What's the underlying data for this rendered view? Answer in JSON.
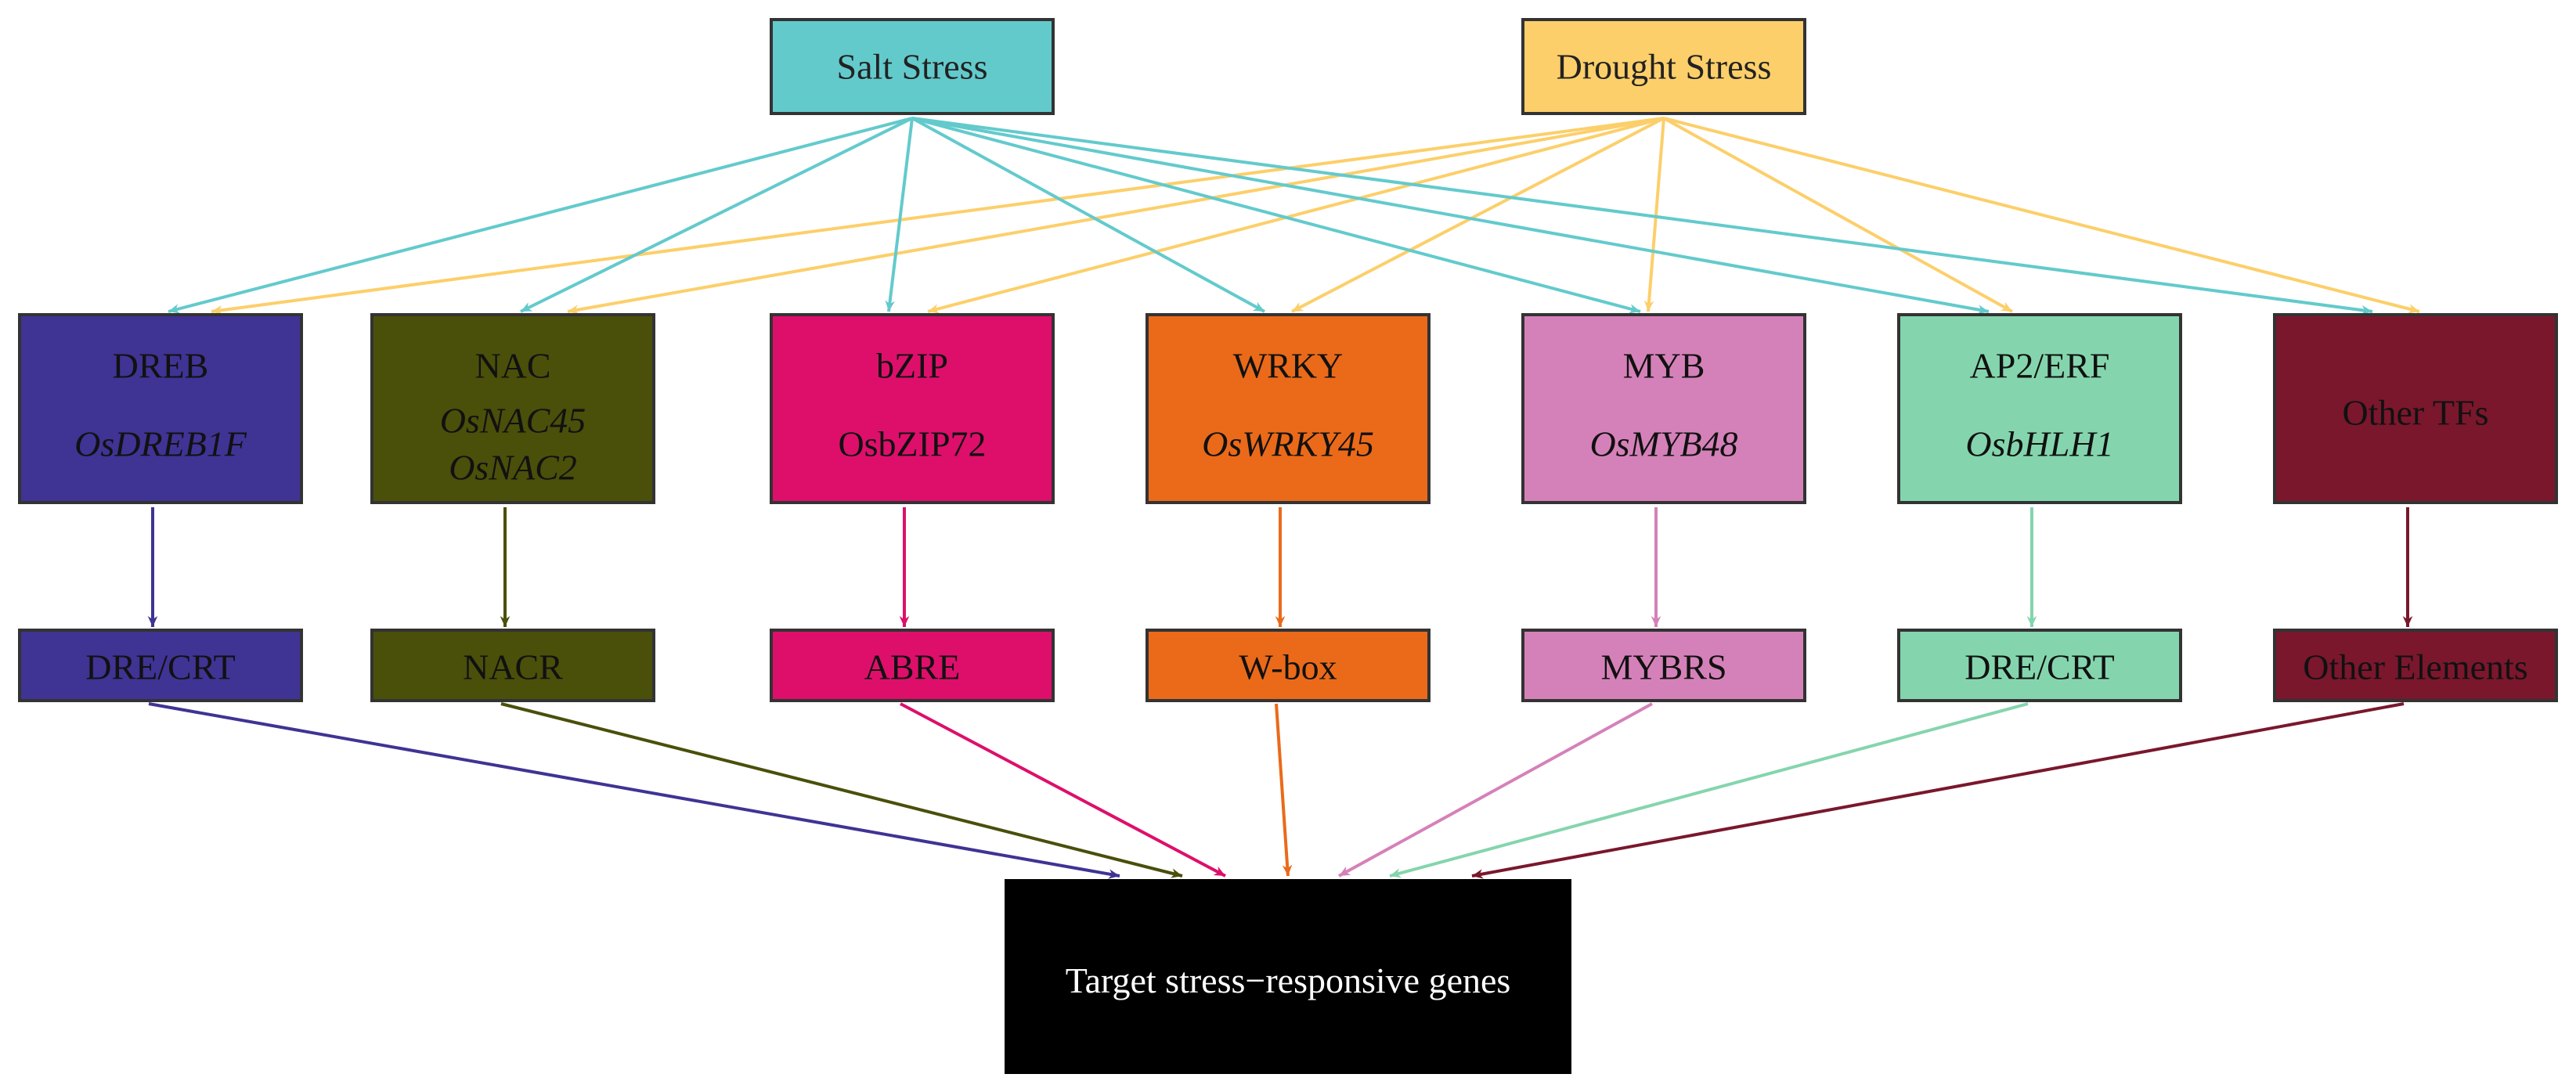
{
  "stressors": {
    "salt": {
      "label": "Salt Stress",
      "color": "#63CACC",
      "text_color": "#222222"
    },
    "drought": {
      "label": "Drought Stress",
      "color": "#FCCF6A",
      "text_color": "#222222"
    }
  },
  "tf_families": [
    {
      "id": "dreb",
      "name": "DREB",
      "genes": [
        "OsDREB1F"
      ],
      "genes_italic": true,
      "color": "#3F3394",
      "text_color": "#111111"
    },
    {
      "id": "nac",
      "name": "NAC",
      "genes": [
        "OsNAC45",
        "OsNAC2"
      ],
      "genes_italic": true,
      "color": "#4A4F0A",
      "text_color": "#111111"
    },
    {
      "id": "bzip",
      "name": "bZIP",
      "genes": [
        "OsbZIP72"
      ],
      "genes_italic": false,
      "color": "#DD0F6B",
      "text_color": "#111111"
    },
    {
      "id": "wrky",
      "name": "WRKY",
      "genes": [
        "OsWRKY45"
      ],
      "genes_italic": true,
      "color": "#EA6A1A",
      "text_color": "#111111"
    },
    {
      "id": "myb",
      "name": "MYB",
      "genes": [
        "OsMYB48"
      ],
      "genes_italic": true,
      "color": "#D581B9",
      "text_color": "#111111"
    },
    {
      "id": "ap2erf",
      "name": "AP2/ERF",
      "genes": [
        "OsbHLH1"
      ],
      "genes_italic": true,
      "color": "#84D5AD",
      "text_color": "#111111"
    },
    {
      "id": "other",
      "name": "Other TFs",
      "genes": [],
      "genes_italic": false,
      "color": "#7A172C",
      "text_color": "#111111"
    }
  ],
  "cis_elements": [
    {
      "id": "dre-crt-1",
      "label": "DRE/CRT"
    },
    {
      "id": "nacr",
      "label": "NACR"
    },
    {
      "id": "abre",
      "label": "ABRE"
    },
    {
      "id": "w-box",
      "label": "W-box"
    },
    {
      "id": "mybrs",
      "label": "MYBRS"
    },
    {
      "id": "dre-crt-2",
      "label": "DRE/CRT"
    },
    {
      "id": "other-elements",
      "label": "Other Elements"
    }
  ],
  "target": {
    "label": "Target stress−responsive genes",
    "color": "#000000",
    "text_color": "#ffffff"
  }
}
